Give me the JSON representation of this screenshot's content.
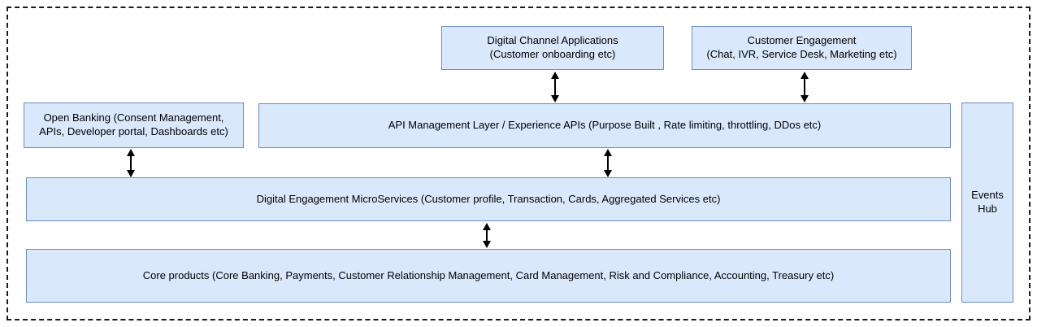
{
  "diagram": {
    "boxes": {
      "digital_channel": {
        "label": "Digital Channel Applications\n(Customer onboarding etc)"
      },
      "customer_engagement": {
        "label": "Customer Engagement\n(Chat, IVR, Service Desk, Marketing etc)"
      },
      "open_banking": {
        "label": "Open Banking (Consent Management,\nAPIs, Developer portal, Dashboards etc)"
      },
      "api_management": {
        "label": "API Management Layer / Experience APIs (Purpose Built , Rate limiting, throttling, DDos etc)"
      },
      "microservices": {
        "label": "Digital Engagement MicroServices (Customer profile, Transaction, Cards, Aggregated Services etc)"
      },
      "core_products": {
        "label": "Core products (Core Banking, Payments, Customer Relationship Management, Card Management, Risk and Compliance, Accounting, Treasury etc)"
      },
      "events_hub": {
        "label": "Events\nHub"
      }
    },
    "connections": [
      {
        "from": "digital-channel-applications",
        "to": "api-management-layer",
        "style": "bidirectional-arrow"
      },
      {
        "from": "customer-engagement",
        "to": "api-management-layer",
        "style": "bidirectional-arrow"
      },
      {
        "from": "open-banking",
        "to": "digital-engagement-microservices",
        "style": "bidirectional-arrow"
      },
      {
        "from": "api-management-layer",
        "to": "digital-engagement-microservices",
        "style": "bidirectional-arrow"
      },
      {
        "from": "digital-engagement-microservices",
        "to": "core-products",
        "style": "bidirectional-arrow"
      }
    ]
  },
  "colors": {
    "box_fill": "#dae8fc",
    "box_border": "#6c8ebf",
    "arrow": "#000000",
    "boundary": "#1a1a1a",
    "text": "#000000",
    "background": "#ffffff"
  }
}
